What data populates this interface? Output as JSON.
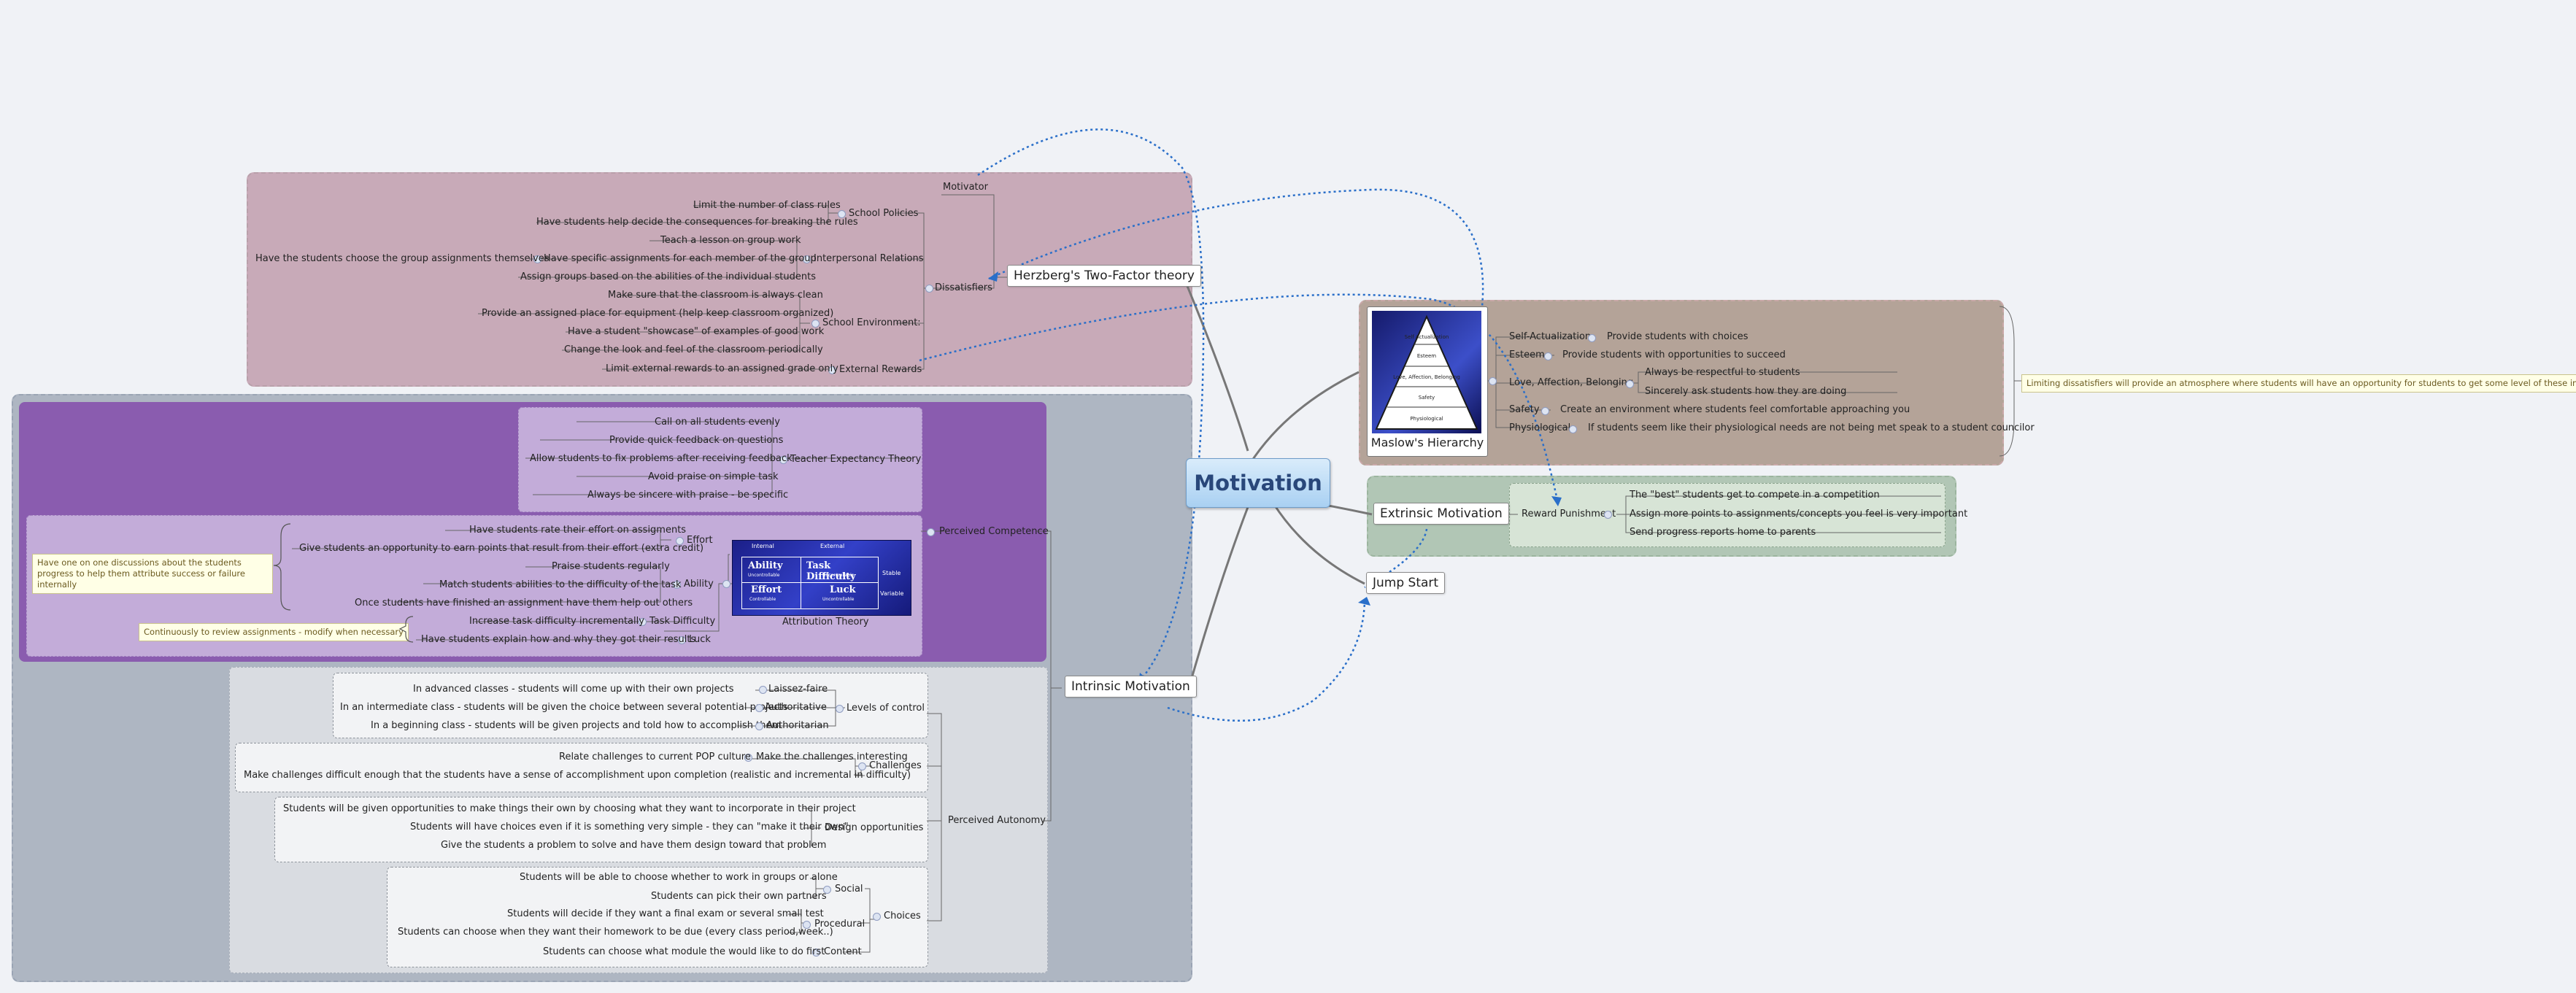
{
  "central": "Motivation",
  "herzberg": {
    "title": "Herzberg's Two-Factor theory",
    "motivator": "Motivator",
    "dissatisfiers": "Dissatisfiers",
    "school_policies": "School Policies",
    "sp_items": [
      "Limit the number of class rules",
      "Have students help decide the consequences for breaking the rules"
    ],
    "interpersonal": "Interpersonal Relations",
    "ir_items": [
      "Teach a lesson on group work",
      "Have specific assignments for each member of the group",
      "Assign groups based on the abilities of the individual students"
    ],
    "ir_sub": "Have the students choose the group assignments themselves",
    "environment": "School Environment:",
    "env_items": [
      "Make sure that the classroom is always clean",
      "Provide an assigned place for equipment (help keep classroom organized)",
      "Have a student \"showcase\" of examples of good work",
      "Change the look and feel of the classroom periodically"
    ],
    "external": "External Rewards",
    "ext_item": "Limit external rewards to an assigned grade only"
  },
  "maslow": {
    "title": "Maslow's Hierarchy",
    "rows": [
      {
        "level": "Self-Actualization",
        "items": [
          "Provide students with choices"
        ]
      },
      {
        "level": "Esteem",
        "items": [
          "Provide students with opportunities to succeed"
        ]
      },
      {
        "level": "Love, Affection, Belonging",
        "items": [
          "Always be respectful to students",
          "Sincerely ask students how they are doing"
        ]
      },
      {
        "level": "Safety",
        "items": [
          "Create an environment where students feel comfortable approaching you"
        ]
      },
      {
        "level": "Physiological",
        "items": [
          "If students seem like their physiological needs are not being met speak to a student councilor"
        ]
      }
    ],
    "pyramid_labels": [
      "Self Actualization",
      "Esteem",
      "Love, Affection, Belonging",
      "Safety",
      "Physiological"
    ],
    "summary_note": "Limiting dissatisfiers will provide an atmosphere where students will have an opportunity for students to get some level of these in class"
  },
  "extrinsic": {
    "title": "Extrinsic Motivation",
    "reward": "Reward Punishment",
    "items": [
      "The \"best\" students get to compete in a competition",
      "Assign more points to assignments/concepts you feel is very important",
      "Send progress reports home to parents"
    ]
  },
  "jump_start": "Jump Start",
  "intrinsic": {
    "title": "Intrinsic Motivation",
    "perceived_competence": "Perceived Competence",
    "tet": "Teacher Expectancy Theory",
    "tet_items": [
      "Call on all students evenly",
      "Provide quick feedback on questions",
      "Allow students to fix problems after receiving feedback",
      "Avoid praise on simple task",
      "Always be sincere with praise - be specific"
    ],
    "effort": "Effort",
    "effort_items": [
      "Have students rate their effort on assigments",
      "Give students an opportunity to earn points that result from their effort (extra credit)"
    ],
    "ability": "Ability",
    "ability_items": [
      "Praise students regularly",
      "Match students abilities to the difficulty of the task",
      "Once students have finished an assignment have them help out others"
    ],
    "task_difficulty": "Task Difficulty",
    "td_item": "Increase task difficulty incrementally",
    "luck": "Luck",
    "luck_item": "Have students explain how and why they got their results",
    "attribution": "Attribution Theory",
    "attr_grid": {
      "internal": "Internal",
      "external": "External",
      "stable": "Stable",
      "variable": "Variable",
      "ability": "Ability",
      "task": "Task Difficulty",
      "effort": "Effort",
      "luck": "Luck",
      "uncontrollable": "Uncontrollable",
      "controllable": "Controllable"
    },
    "note_one_on_one": "Have one on one discussions about the students progress to help them attribute success or failure internally",
    "note_review": "Continuously to review assignments - modify when necessary",
    "perceived_autonomy": "Perceived Autonomy",
    "levels": "Levels of control",
    "levels_rows": [
      {
        "item": "In advanced classes - students will come up with their own projects",
        "style": "Laissez-faire"
      },
      {
        "item": "In an intermediate class - students will be given the choice between several potential projects",
        "style": "Authoritative"
      },
      {
        "item": "In a beginning class - students will be given projects and told how to accomplish them",
        "style": "Authoritarian"
      }
    ],
    "challenges": "Challenges",
    "ch_interest": "Make the challenges interesting",
    "ch_items": [
      "Relate challenges to current POP culture",
      "Make challenges difficult enough that the students have a sense of accomplishment upon completion (realistic and incremental in difficulty)"
    ],
    "design": "Design opportunities",
    "design_items": [
      "Students will be given opportunities to make things their own by choosing what they want to incorporate in their project",
      "Students will have choices even if it is something very simple - they can \"make it their own\"",
      "Give the students a problem to solve and have them design toward that problem"
    ],
    "choices": "Choices",
    "social": "Social",
    "social_items": [
      "Students will be able to choose whether to work in groups or alone",
      "Students can pick their own partners"
    ],
    "procedural": "Procedural",
    "proc_items": [
      "Students will decide if they want a final exam or several small test",
      "Students can choose when they want their homework to be due (every class period,week..)"
    ],
    "content": "Content",
    "content_item": "Students can choose what module the would like to do first"
  },
  "colors": {
    "herzberg_bg": "#c8aab8",
    "maslow_bg": "#b4a398",
    "intrinsic_bg": "#aeb6c2",
    "competence_bg": "#8a5caf",
    "tet_bg": "#c3acd9",
    "autonomy_bg": "#d9dce1",
    "extrinsic_bg": "#b1c6b5",
    "link": "#2a6fc9"
  }
}
